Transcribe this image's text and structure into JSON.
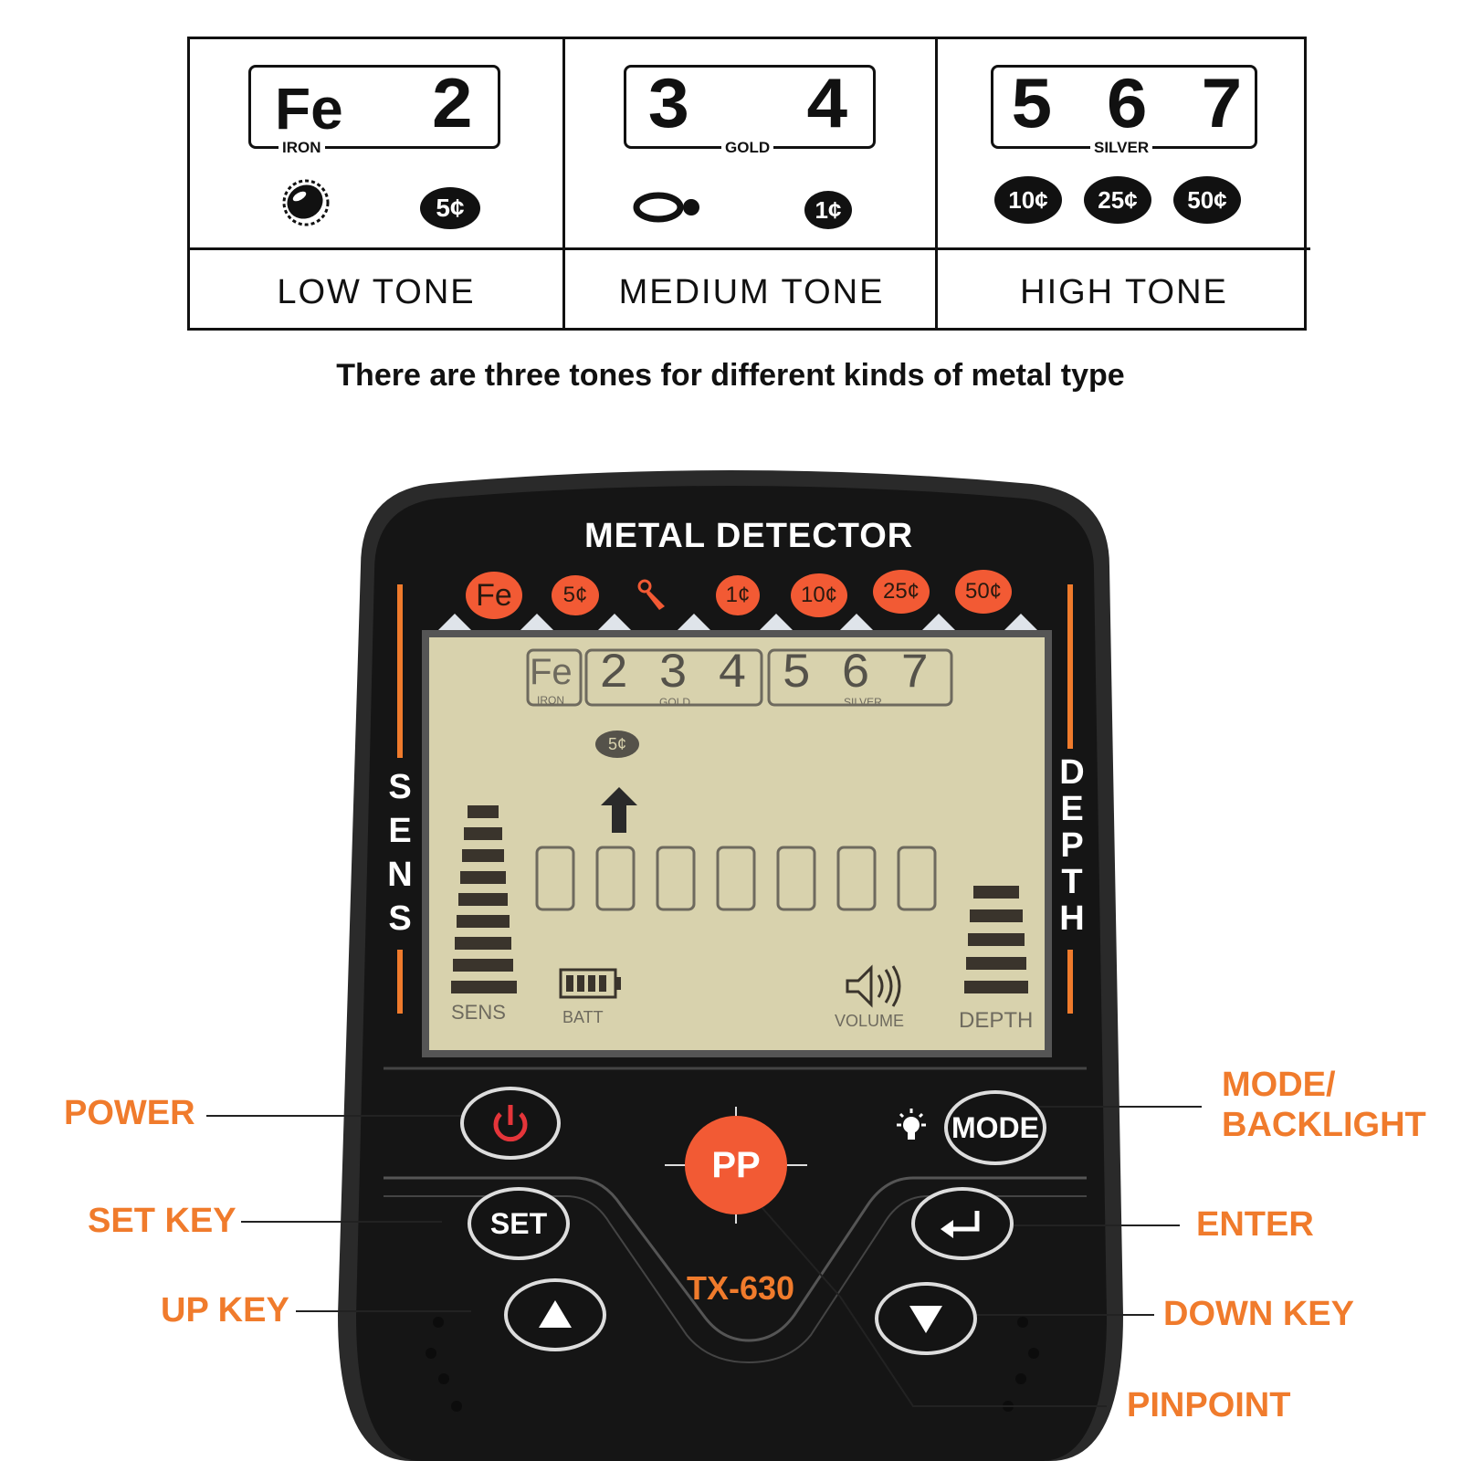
{
  "tone_table": {
    "columns": [
      {
        "digits": "2",
        "prefix": "Fe",
        "metal": "IRON",
        "coins": [
          "5¢"
        ],
        "label": "LOW  TONE"
      },
      {
        "digits": [
          "3",
          "4"
        ],
        "metal": "GOLD",
        "coins": [
          "1¢"
        ],
        "label": "MEDIUM  TONE"
      },
      {
        "digits": "5 6 7",
        "metal": "SILVER",
        "coins": [
          "10¢",
          "25¢",
          "50¢"
        ],
        "label": "HIGH  TONE"
      }
    ]
  },
  "caption": "There are three tones for different kinds of metal type",
  "device": {
    "title": "METAL DETECTOR",
    "model": "TX-630",
    "target_icons": [
      "Fe",
      "5¢",
      "1¢",
      "10¢",
      "25¢",
      "50¢"
    ],
    "side_left": "SENS",
    "side_right": "DEPTH",
    "lcd": {
      "fe": "Fe",
      "iron": "IRON",
      "gold_digits": "2 3 4",
      "gold": "GOLD",
      "silver_digits": "5 6 7",
      "silver": "SILVER",
      "coin": "5¢",
      "sens": "SENS",
      "batt": "BATT",
      "volume": "VOLUME",
      "depth": "DEPTH"
    },
    "buttons": {
      "set": "SET",
      "mode": "MODE",
      "pp": "PP"
    }
  },
  "callouts": {
    "power": "POWER",
    "set_key": "SET KEY",
    "up_key": "UP KEY",
    "mode_line1": "MODE/",
    "mode_line2": "BACKLIGHT",
    "enter": "ENTER",
    "down_key": "DOWN KEY",
    "pinpoint": "PINPOINT"
  },
  "colors": {
    "accent": "#f07b2c",
    "lcd": "#d8d2ad",
    "body": "#1e1e1e"
  }
}
